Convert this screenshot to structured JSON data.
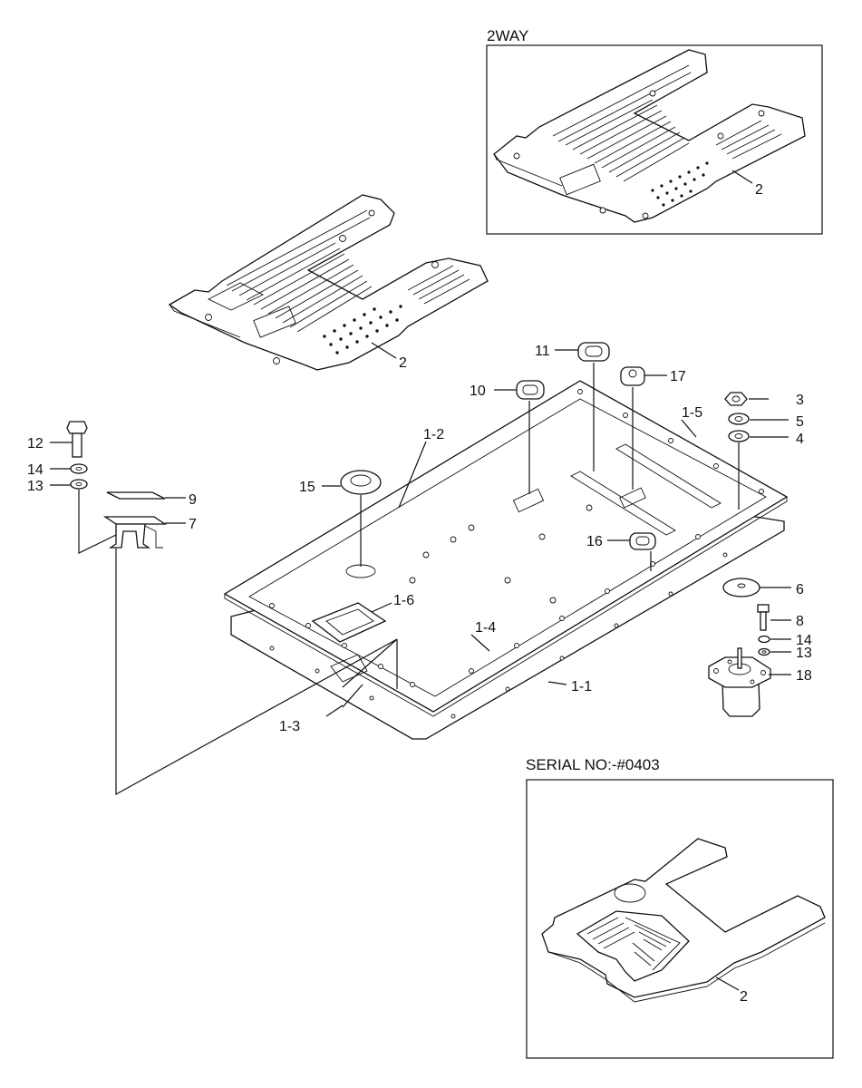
{
  "insets": {
    "two_way": {
      "caption": "2WAY",
      "part_label": "2"
    },
    "serial": {
      "caption": "SERIAL NO:-#0403",
      "part_label": "2"
    }
  },
  "labels": {
    "mat_main": "2",
    "plate_1_1": "1-1",
    "plate_1_2": "1-2",
    "plate_1_3": "1-3",
    "plate_1_4": "1-4",
    "plate_1_5": "1-5",
    "plate_1_6": "1-6",
    "nut_3": "3",
    "washer_4": "4",
    "washer_5": "5",
    "plate_6": "6",
    "bracket_7": "7",
    "bolt_8": "8",
    "shim_9": "9",
    "grommet_10": "10",
    "grommet_11": "11",
    "bolt_12": "12",
    "washer_13_left": "13",
    "washer_14_left": "14",
    "washer_13_right": "13",
    "washer_14_right": "14",
    "grommet_15": "15",
    "grommet_16": "16",
    "grommet_17": "17",
    "mount_18": "18"
  }
}
